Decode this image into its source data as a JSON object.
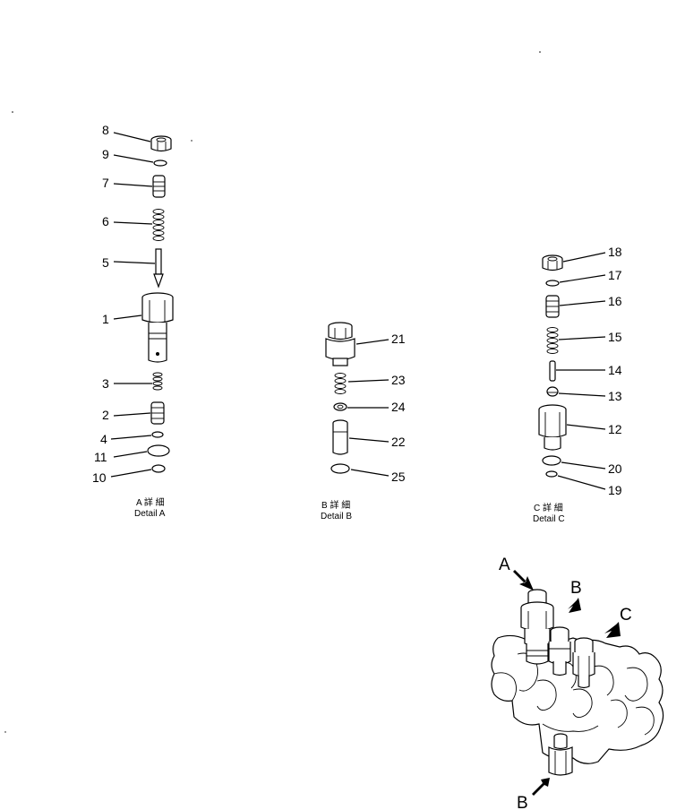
{
  "detail_a": {
    "caption_jp": "A 詳 細",
    "caption_en": "Detail A",
    "labels": {
      "p1": "1",
      "p2": "2",
      "p3": "3",
      "p4": "4",
      "p5": "5",
      "p6": "6",
      "p7": "7",
      "p8": "8",
      "p9": "9",
      "p10": "10",
      "p11": "11"
    }
  },
  "detail_b": {
    "caption_jp": "B 詳 細",
    "caption_en": "Detail B",
    "labels": {
      "p21": "21",
      "p22": "22",
      "p23": "23",
      "p24": "24",
      "p25": "25"
    }
  },
  "detail_c": {
    "caption_jp": "C 詳 細",
    "caption_en": "Detail C",
    "labels": {
      "p12": "12",
      "p13": "13",
      "p14": "14",
      "p15": "15",
      "p16": "16",
      "p17": "17",
      "p18": "18",
      "p19": "19",
      "p20": "20"
    }
  },
  "valve_assembly": {
    "arrow_a": "A",
    "arrow_b_top": "B",
    "arrow_c": "C",
    "arrow_b_bottom": "B"
  }
}
